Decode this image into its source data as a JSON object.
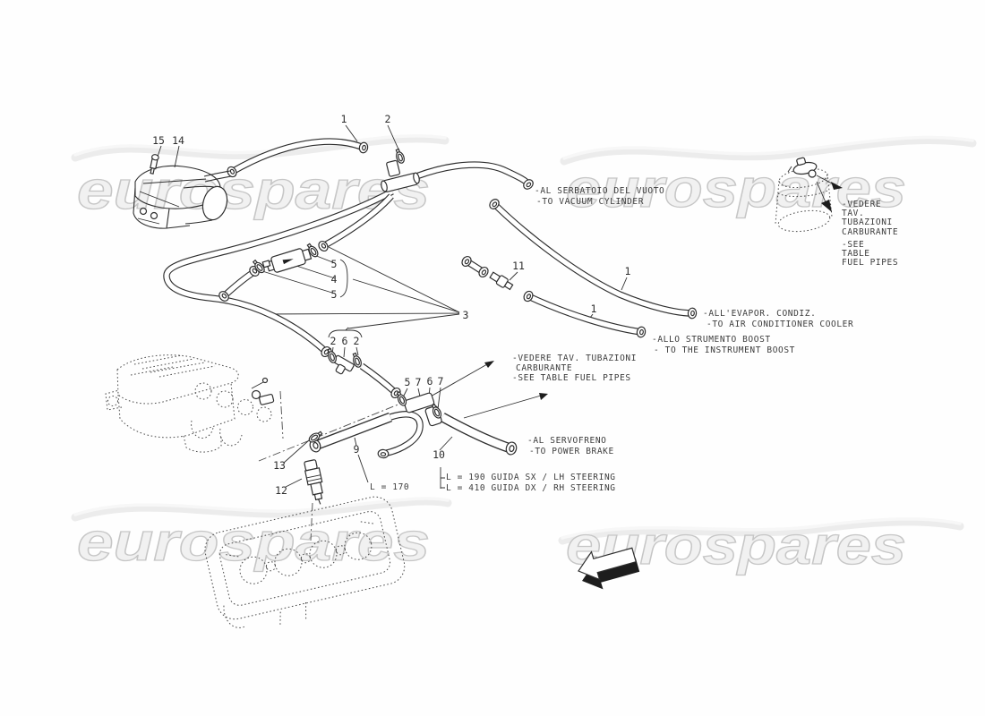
{
  "diagram": {
    "watermark": "eurospares",
    "callouts": [
      {
        "label": "15"
      },
      {
        "label": "14"
      },
      {
        "label": "1"
      },
      {
        "label": "2"
      },
      {
        "label": "5"
      },
      {
        "label": "4"
      },
      {
        "label": "5"
      },
      {
        "label": "3"
      },
      {
        "label": "11"
      },
      {
        "label": "1"
      },
      {
        "label": "1"
      },
      {
        "label": "2"
      },
      {
        "label": "6"
      },
      {
        "label": "2"
      },
      {
        "label": "5"
      },
      {
        "label": "7"
      },
      {
        "label": "6"
      },
      {
        "label": "7"
      },
      {
        "label": "9"
      },
      {
        "label": "10"
      },
      {
        "label": "13"
      },
      {
        "label": "12"
      }
    ],
    "annotations": {
      "vacuum_line1": "-AL SERBATOIO DEL VUOTO",
      "vacuum_line2": "-TO VACUUM CYLINDER",
      "evap_line1": "-ALL'EVAPOR. CONDIZ.",
      "evap_line2": "-TO AIR CONDITIONER COOLER",
      "boost_line1": "-ALLO STRUMENTO BOOST",
      "boost_line2": "- TO THE INSTRUMENT BOOST",
      "fuel_mid_line1": "-VEDERE TAV. TUBAZIONI",
      "fuel_mid_line2": "CARBURANTE",
      "fuel_mid_line3": "-SEE TABLE FUEL PIPES",
      "servo_line1": "-AL SERVOFRENO",
      "servo_line2": "-TO POWER BRAKE",
      "length_170": "L = 170",
      "steering_lh": "L = 190 GUIDA SX / LH STEERING",
      "steering_rh": "L = 410 GUIDA DX / RH STEERING",
      "fuel_right_l1": "-VEDERE",
      "fuel_right_l2": "TAV.",
      "fuel_right_l3": "TUBAZIONI",
      "fuel_right_l4": "CARBURANTE",
      "fuel_right_l5": "-SEE",
      "fuel_right_l6": "TABLE",
      "fuel_right_l7": "FUEL PIPES"
    }
  }
}
